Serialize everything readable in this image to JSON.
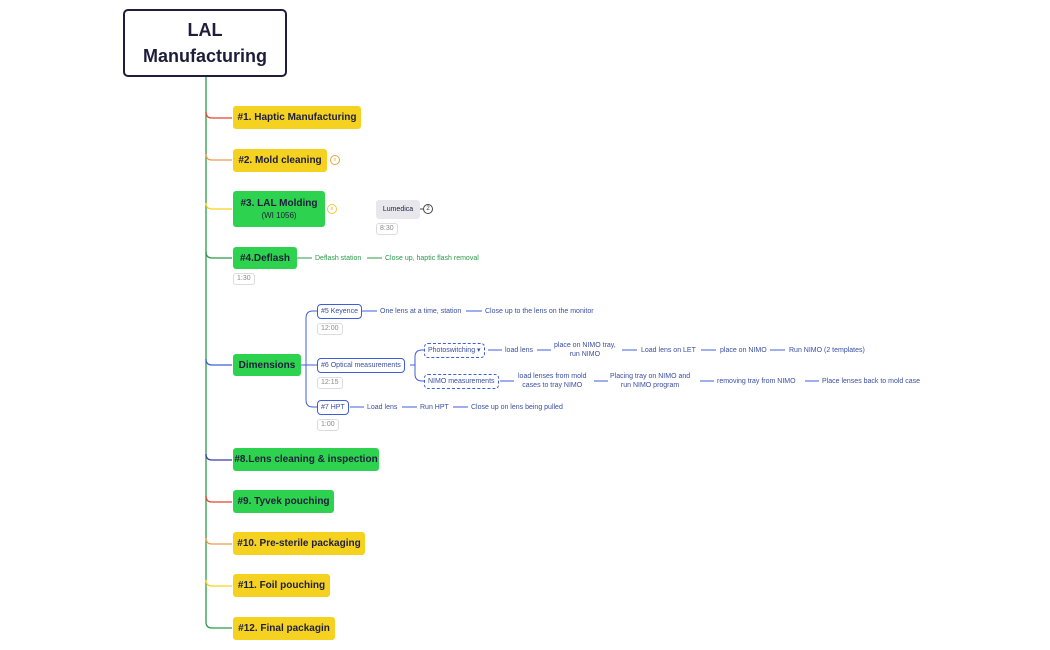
{
  "root": {
    "line1": "LAL",
    "line2": "Manufacturing"
  },
  "topics": [
    {
      "label": "#1. Haptic Manufacturing",
      "color": "yellow",
      "branch_color": "#e2452f"
    },
    {
      "label": "#2. Mold cleaning",
      "color": "yellow",
      "branch_color": "#f09a4a"
    },
    {
      "label": "#3. LAL Molding",
      "sublabel": "(WI 1056)",
      "color": "green",
      "branch_color": "#f5d21f"
    },
    {
      "label": "#4.Deflash",
      "color": "green",
      "branch_color": "#2b9a4a"
    },
    {
      "label": "Dimensions",
      "color": "green",
      "branch_color": "#3f5dd8"
    },
    {
      "label": "#8.Lens cleaning & inspection",
      "color": "green",
      "branch_color": "#3a3ab0"
    },
    {
      "label": "#9. Tyvek pouching",
      "color": "green",
      "branch_color": "#e2452f"
    },
    {
      "label": "#10. Pre-sterile packaging",
      "color": "yellow",
      "branch_color": "#f09a4a"
    },
    {
      "label": "#11. Foil pouching",
      "color": "yellow",
      "branch_color": "#f5d21f"
    },
    {
      "label": "#12. Final packagin",
      "color": "yellow",
      "branch_color": "#2b9a4a"
    }
  ],
  "lumedica": {
    "label": "Lumedica",
    "count": "2",
    "time": "8:30"
  },
  "deflash": {
    "time": "1:30",
    "station": "Deflash station",
    "step": "Close up, haptic flash removal"
  },
  "keyence": {
    "label": "#5 Keyence",
    "time": "12:00",
    "step1": "One lens at a time, station",
    "step2": "Close up to the lens on the monitor"
  },
  "optical": {
    "label": "#6 Optical measurements",
    "time": "12:15",
    "photo": {
      "label": "Photoswitching",
      "steps": [
        "load lens",
        "place on NIMO tray,\nrun NIMO",
        "Load lens on LET",
        "place on NIMO",
        "Run NIMO (2 templates)"
      ]
    },
    "nimo": {
      "label": "NIMO measurements",
      "steps": [
        "load lenses from mold\ncases to tray NIMO",
        "Placing tray on NIMO and\nrun NIMO program",
        "removing tray from NIMO",
        "Place lenses back to mold case"
      ]
    }
  },
  "hpt": {
    "label": "#7 HPT",
    "time": "1:00",
    "steps": [
      "Load lens",
      "Run HPT",
      "Close up on lens being pulled"
    ]
  }
}
